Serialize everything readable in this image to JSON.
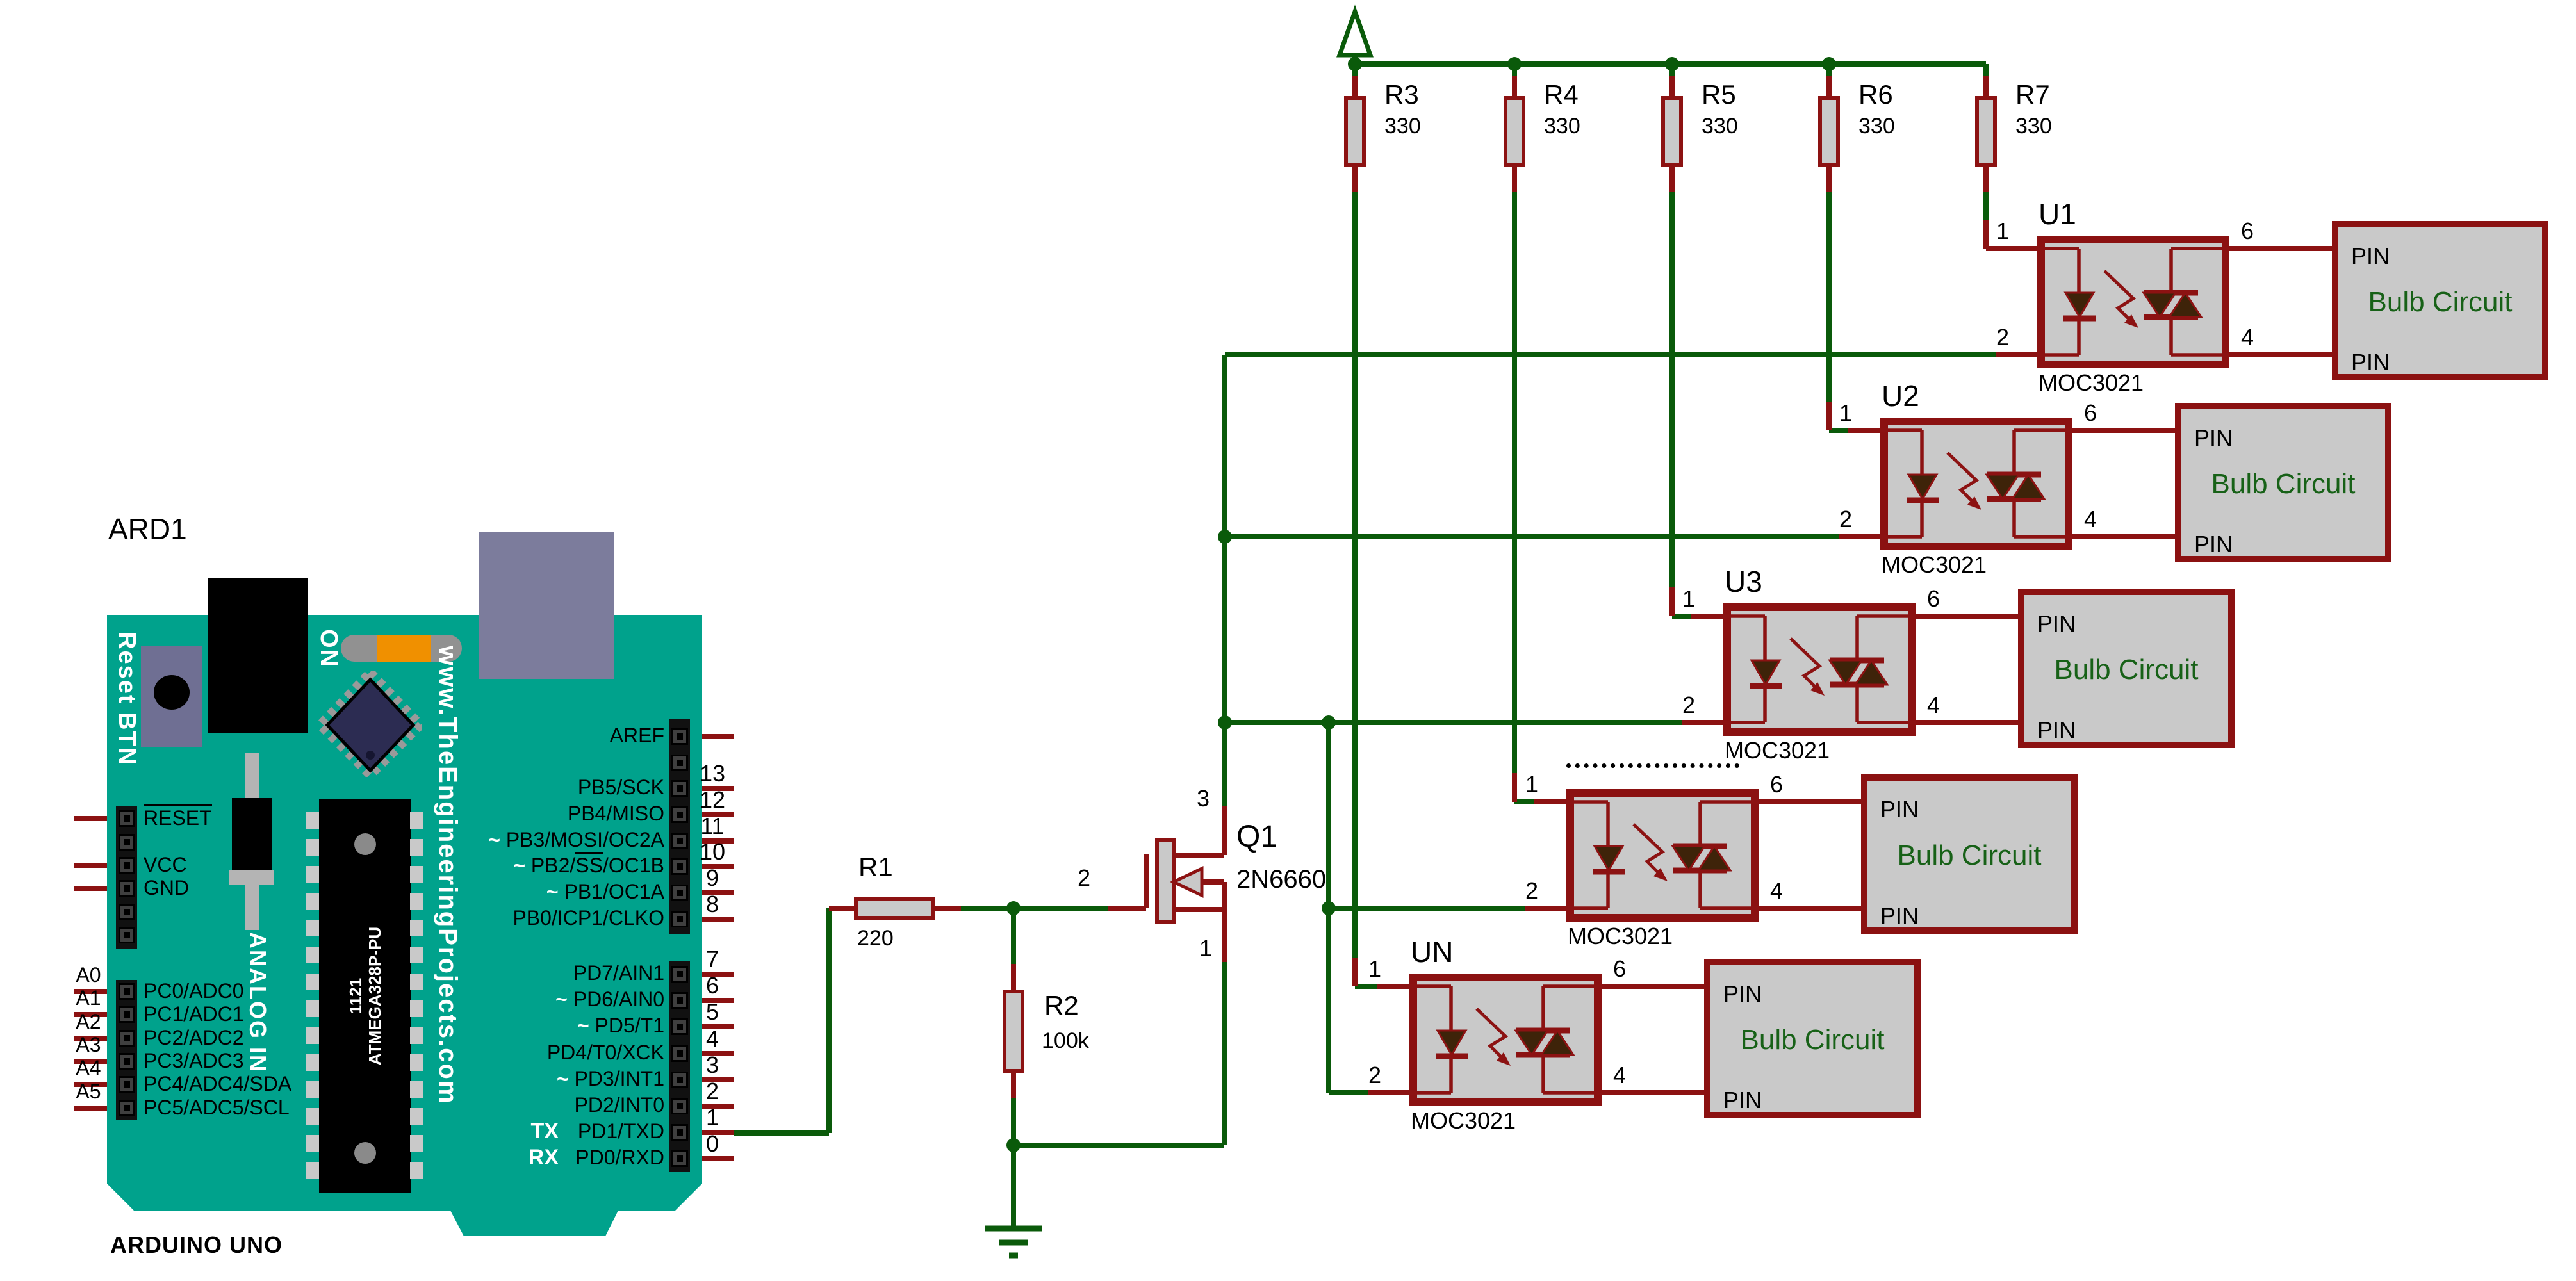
{
  "schematic": {
    "arduino": {
      "ref": "ARD1",
      "name": "ARDUINO UNO",
      "silk": {
        "reset_btn": "Reset BTN",
        "on": "ON",
        "website": "www.TheEngineeringProjects.com",
        "analog_in": "ANALOG IN"
      },
      "chip": {
        "line1": "1121",
        "line2": "ATMEGA328P-PU"
      },
      "power_pins": [
        {
          "label": "RESET",
          "overline": true
        },
        {
          "label": "VCC"
        },
        {
          "label": "GND"
        }
      ],
      "analog_pins": [
        {
          "outer": "A0",
          "inner": "PC0/ADC0"
        },
        {
          "outer": "A1",
          "inner": "PC1/ADC1"
        },
        {
          "outer": "A2",
          "inner": "PC2/ADC2"
        },
        {
          "outer": "A3",
          "inner": "PC3/ADC3"
        },
        {
          "outer": "A4",
          "inner": "PC4/ADC4/SDA"
        },
        {
          "outer": "A5",
          "inner": "PC5/ADC5/SCL"
        }
      ],
      "digital_upper": [
        {
          "num": "",
          "label": "AREF"
        },
        {
          "num": "13",
          "label": "PB5/SCK"
        },
        {
          "num": "12",
          "label": "PB4/MISO"
        },
        {
          "num": "11",
          "label": "PB3/MOSI/OC2A",
          "tilde": true
        },
        {
          "num": "10",
          "label": "PB2/SS/OC1B",
          "tilde": true,
          "overline": "SS"
        },
        {
          "num": "9",
          "label": "PB1/OC1A",
          "tilde": true
        },
        {
          "num": "8",
          "label": "PB0/ICP1/CLKO"
        }
      ],
      "digital_lower": [
        {
          "num": "7",
          "label": "PD7/AIN1"
        },
        {
          "num": "6",
          "label": "PD6/AIN0",
          "tilde": true
        },
        {
          "num": "5",
          "label": "PD5/T1",
          "tilde": true
        },
        {
          "num": "4",
          "label": "PD4/T0/XCK"
        },
        {
          "num": "3",
          "label": "PD3/INT1",
          "tilde": true
        },
        {
          "num": "2",
          "label": "PD2/INT0"
        },
        {
          "num": "1",
          "label": "PD1/TXD",
          "serial": "TX"
        },
        {
          "num": "0",
          "label": "PD0/RXD",
          "serial": "RX"
        }
      ]
    },
    "resistors_top": [
      {
        "ref": "R3",
        "value": "330"
      },
      {
        "ref": "R4",
        "value": "330"
      },
      {
        "ref": "R5",
        "value": "330"
      },
      {
        "ref": "R6",
        "value": "330"
      },
      {
        "ref": "R7",
        "value": "330"
      }
    ],
    "r1": {
      "ref": "R1",
      "value": "220"
    },
    "r2": {
      "ref": "R2",
      "value": "100k"
    },
    "q1": {
      "ref": "Q1",
      "part": "2N6660",
      "pin_drain": "3",
      "pin_gate": "2",
      "pin_source": "1"
    },
    "optos": [
      {
        "ref": "U1",
        "part": "MOC3021"
      },
      {
        "ref": "U2",
        "part": "MOC3021"
      },
      {
        "ref": "U3",
        "part": "MOC3021"
      },
      {
        "ref": "",
        "part": "MOC3021",
        "dotted": true
      },
      {
        "ref": "UN",
        "part": "MOC3021"
      }
    ],
    "opto_pins": {
      "p1": "1",
      "p2": "2",
      "p6": "6",
      "p4": "4"
    },
    "bulb": {
      "pin_top": "PIN",
      "pin_bottom": "PIN",
      "label": "Bulb Circuit"
    },
    "colors": {
      "wire_green": "#0a5a0a",
      "lead_red": "#8c1212",
      "border_red": "#8b1111",
      "body_gray": "#c9c9c9",
      "board_teal": "#00a28c",
      "bulb_text": "#176117",
      "triangle_fill": "#3e2309"
    }
  }
}
